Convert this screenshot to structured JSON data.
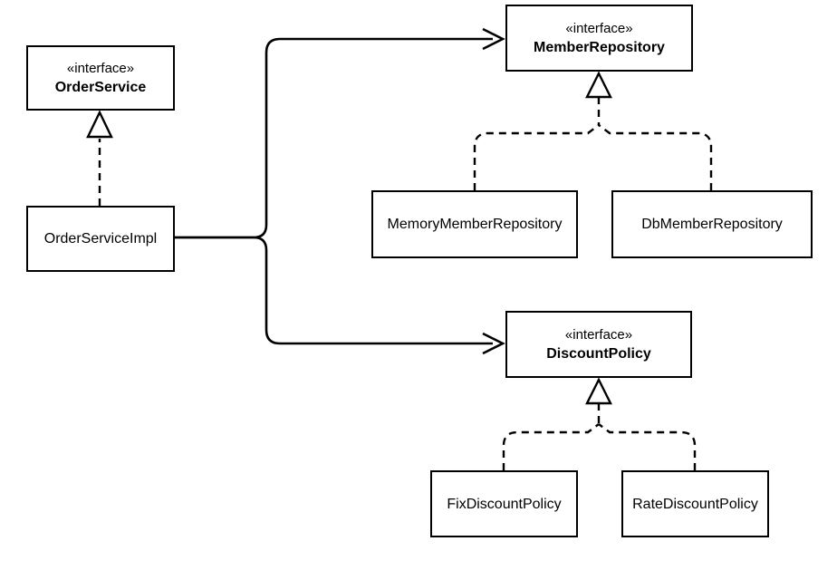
{
  "diagram": {
    "background_color": "#ffffff",
    "line_color": "#000000",
    "text_color": "#000000",
    "nodes": {
      "order_service": {
        "stereotype": "«interface»",
        "name": "OrderService",
        "kind": "interface"
      },
      "order_service_impl": {
        "name": "OrderServiceImpl",
        "kind": "class"
      },
      "member_repository": {
        "stereotype": "«interface»",
        "name": "MemberRepository",
        "kind": "interface"
      },
      "memory_member_repository": {
        "name": "MemoryMemberRepository",
        "kind": "class"
      },
      "db_member_repository": {
        "name": "DbMemberRepository",
        "kind": "class"
      },
      "discount_policy": {
        "stereotype": "«interface»",
        "name": "DiscountPolicy",
        "kind": "interface"
      },
      "fix_discount_policy": {
        "name": "FixDiscountPolicy",
        "kind": "class"
      },
      "rate_discount_policy": {
        "name": "RateDiscountPolicy",
        "kind": "class"
      }
    },
    "relationships": [
      {
        "from": "OrderServiceImpl",
        "to": "OrderService",
        "type": "realization",
        "line": "dashed",
        "marker": "hollow-triangle"
      },
      {
        "from": "OrderServiceImpl",
        "to": "MemberRepository",
        "type": "dependency",
        "line": "solid",
        "marker": "open-arrow"
      },
      {
        "from": "OrderServiceImpl",
        "to": "DiscountPolicy",
        "type": "dependency",
        "line": "solid",
        "marker": "open-arrow"
      },
      {
        "from": "MemoryMemberRepository",
        "to": "MemberRepository",
        "type": "realization",
        "line": "dashed",
        "marker": "hollow-triangle"
      },
      {
        "from": "DbMemberRepository",
        "to": "MemberRepository",
        "type": "realization",
        "line": "dashed",
        "marker": "hollow-triangle"
      },
      {
        "from": "FixDiscountPolicy",
        "to": "DiscountPolicy",
        "type": "realization",
        "line": "dashed",
        "marker": "hollow-triangle"
      },
      {
        "from": "RateDiscountPolicy",
        "to": "DiscountPolicy",
        "type": "realization",
        "line": "dashed",
        "marker": "hollow-triangle"
      }
    ]
  }
}
